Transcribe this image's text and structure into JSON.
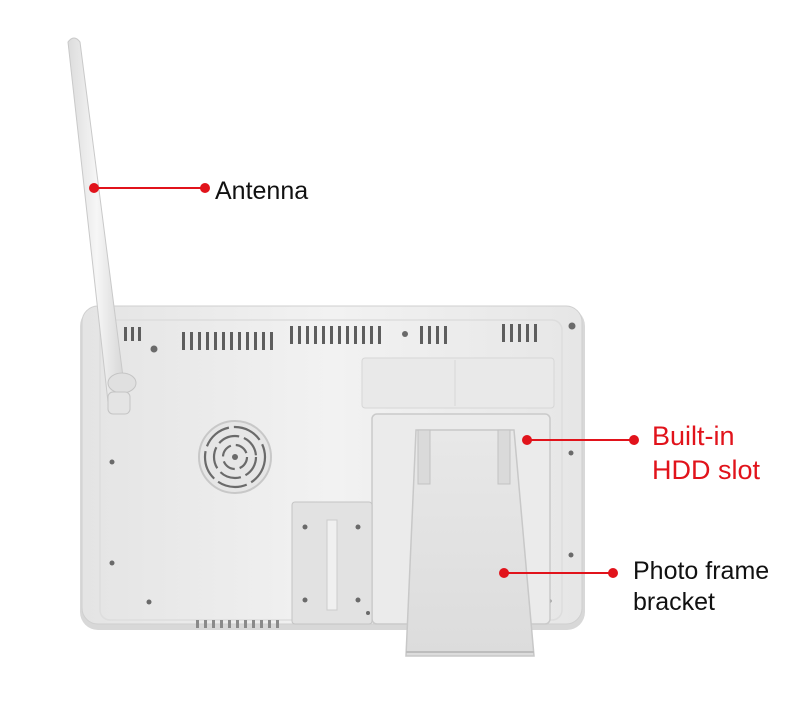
{
  "annotations": {
    "antenna": {
      "text": "Antenna"
    },
    "hdd_slot": {
      "line1": "Built-in",
      "line2": "HDD slot"
    },
    "photo_frame_bracket": {
      "line1": "Photo frame",
      "line2": "bracket"
    }
  },
  "colors": {
    "accent": "#e1131b",
    "label_text": "#111111",
    "hdd_label_text": "#e1131b",
    "device_body": "#eeeeee",
    "device_shadow": "#d2d2d2",
    "vent_slot": "#5e5e5e"
  }
}
